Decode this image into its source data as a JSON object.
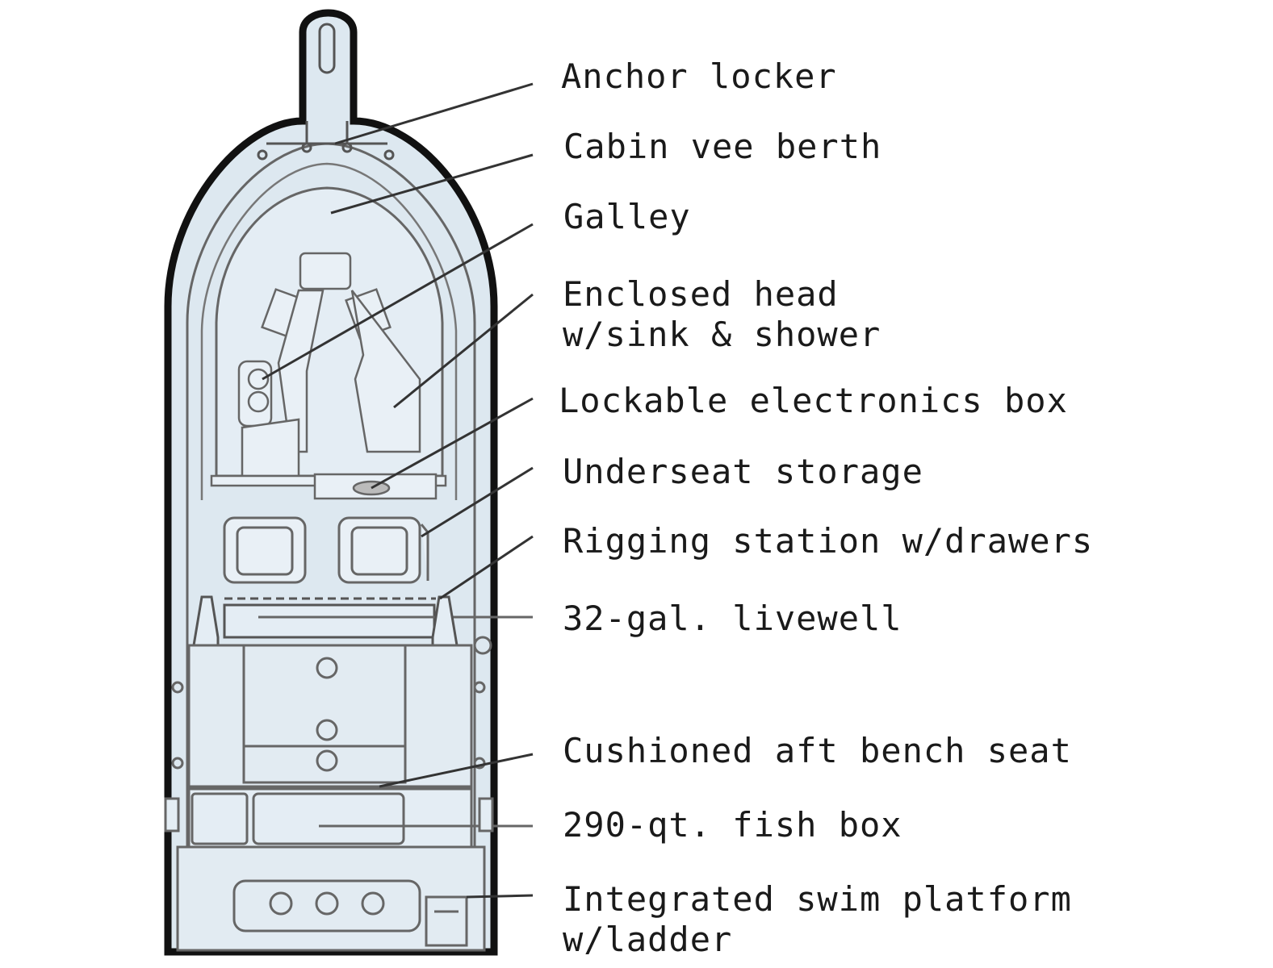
{
  "colors": {
    "hull_fill": "#dde8f0",
    "hull_outline": "#111111",
    "detail_line": "#555555",
    "leader_line": "#333333",
    "label_text": "#1a1a1a"
  },
  "callouts": [
    {
      "id": "anchor-locker",
      "lines": [
        "Anchor locker"
      ]
    },
    {
      "id": "cabin-vee-berth",
      "lines": [
        "Cabin vee berth"
      ]
    },
    {
      "id": "galley",
      "lines": [
        "Galley"
      ]
    },
    {
      "id": "enclosed-head",
      "lines": [
        "Enclosed head",
        "w/sink & shower"
      ]
    },
    {
      "id": "lockable-electronics-box",
      "lines": [
        "Lockable electronics box"
      ]
    },
    {
      "id": "underseat-storage",
      "lines": [
        "Underseat storage"
      ]
    },
    {
      "id": "rigging-station",
      "lines": [
        "Rigging station w/drawers"
      ]
    },
    {
      "id": "livewell",
      "lines": [
        "32-gal. livewell"
      ]
    },
    {
      "id": "aft-bench-seat",
      "lines": [
        "Cushioned aft bench seat"
      ]
    },
    {
      "id": "fish-box",
      "lines": [
        "290-qt. fish box"
      ]
    },
    {
      "id": "swim-platform",
      "lines": [
        "Integrated swim platform",
        "w/ladder"
      ]
    }
  ]
}
